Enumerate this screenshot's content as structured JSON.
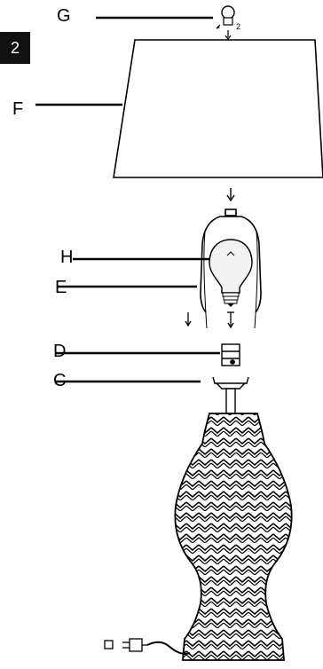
{
  "step_number": "2",
  "labels": {
    "g": "G",
    "f": "F",
    "h": "H",
    "e": "E",
    "d": "D",
    "c": "C"
  },
  "colors": {
    "ink": "#000000",
    "badge": "#111111",
    "shade_fill": "#ffffff",
    "bulb_fill": "#f2f2f2"
  },
  "parts": [
    "finial",
    "lamp-shade",
    "light-bulb",
    "harp",
    "socket",
    "harp-saddle",
    "lamp-base",
    "power-cord",
    "plug"
  ]
}
